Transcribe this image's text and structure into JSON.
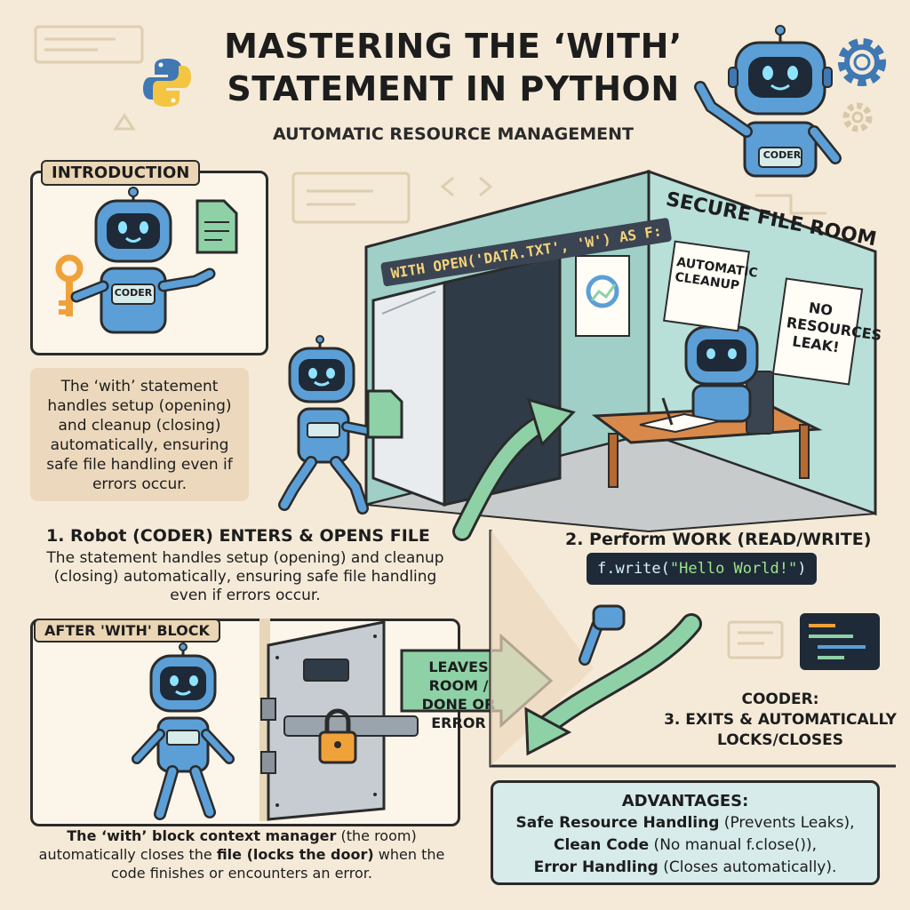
{
  "header": {
    "title": "MASTERING THE ‘WITH’ STATEMENT IN PYTHON",
    "subtitle": "AUTOMATIC RESOURCE MANAGEMENT"
  },
  "intro": {
    "tag": "INTRODUCTION",
    "robot_badge": "CODER",
    "bubble_text": "The ‘with’ statement handles setup (opening) and cleanup (closing) automatically, ensuring safe file handling even if errors occur."
  },
  "top_robot_badge": "CODER",
  "room": {
    "code_banner": "WITH OPEN('DATA.TXT', 'W') AS F:",
    "title": "SECURE FILE ROOM",
    "poster_cleanup": "AUTOMATIC CLEANUP",
    "poster_leak": "NO RESOURCES LEAK!"
  },
  "step1": {
    "heading": "1. Robot (CODER) ENTERS & OPENS FILE",
    "body": "The statement handles setup (opening) and cleanup (closing) automatically, ensuring safe file handling even if errors occur."
  },
  "step2": {
    "heading": "2. Perform WORK (READ/WRITE)",
    "code_fn": "f.write(",
    "code_str": "\"Hello World!\"",
    "code_end": ")"
  },
  "after": {
    "tag": "AFTER 'WITH' BLOCK",
    "arrow_label": "LEAVES ROOM / DONE OR ERROR",
    "caption_bold1": "The ‘with’ block context manager",
    "caption_1": " (the room) automatically closes the ",
    "caption_bold2": "file (locks the door)",
    "caption_2": " when the code finishes or encounters an error."
  },
  "step3": {
    "line1": "COODER:",
    "line2": "3. EXITS & AUTOMATICALLY",
    "line3": "LOCKS/CLOSES"
  },
  "advantages": {
    "title": "ADVANTAGES:",
    "item1_bold": "Safe Resource Handling",
    "item1_rest": " (Prevents Leaks),",
    "item2_bold": "Clean Code",
    "item2_rest": " (No manual f.close()),",
    "item3_bold": "Error Handling",
    "item3_rest": " (Closes automatically)."
  },
  "colors": {
    "background": "#f5ead8",
    "robot_blue": "#5b9fd6",
    "room_teal": "#a9d7cf",
    "arrow_green": "#8fd1a6",
    "code_bg": "#1f2a38",
    "key_orange": "#f0a23a"
  }
}
